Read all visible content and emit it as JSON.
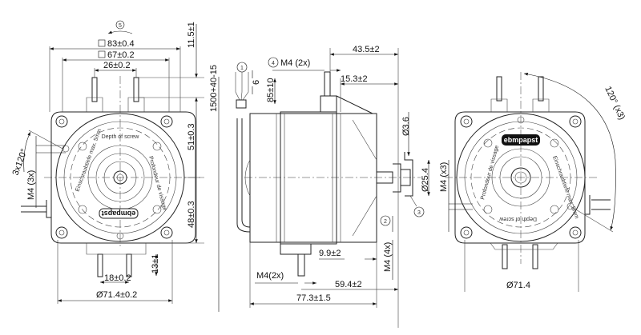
{
  "left_view": {
    "callout_5": "5",
    "dim_83": "83±0.4",
    "dim_67": "67±0.2",
    "dim_26": "26±0.2",
    "dim_11_5": "11.5±1",
    "dim_51": "51±0.3",
    "dim_48": "48±0.3",
    "dim_13": "13±1",
    "dim_18": "18±0.2",
    "dim_71_4": "Ø71.4±0.2",
    "angle": "3x120°",
    "thread": "M4 (3x)",
    "plate_text_top": "Depth of screw",
    "plate_text_left": "Einschraubtiefe max. 5mm",
    "plate_text_right": "Profondeur de vissage",
    "logo": "ebmpapst"
  },
  "side_view": {
    "callout_1": "1",
    "callout_2": "2",
    "callout_3": "3",
    "callout_4": "4",
    "cable_length": "1500+40-15",
    "dim_6": "6",
    "dim_85": "85±10",
    "m4_top": "M4 (2x)",
    "dim_43_5": "43.5±2",
    "dim_15_3": "15.3±2",
    "dim_d3_6": "Ø3.6",
    "dim_d25_4": "Ø25.4",
    "dim_9_9": "9.9±2",
    "m4_bottom": "M4(2x)",
    "m4_4x": "M4 (4x)",
    "dim_59_4": "59.4±2",
    "dim_77_3": "77.3±1.5"
  },
  "right_view": {
    "logo": "ebmpapst",
    "angle": "120° (x3)",
    "thread": "M4 (x3)",
    "dim_71_4": "Ø71.4",
    "plate_text_top": "Einschraubtiefe max. 5mm",
    "plate_text_left": "Profondeur de vissage",
    "plate_text_bottom": "Depth of screw"
  }
}
